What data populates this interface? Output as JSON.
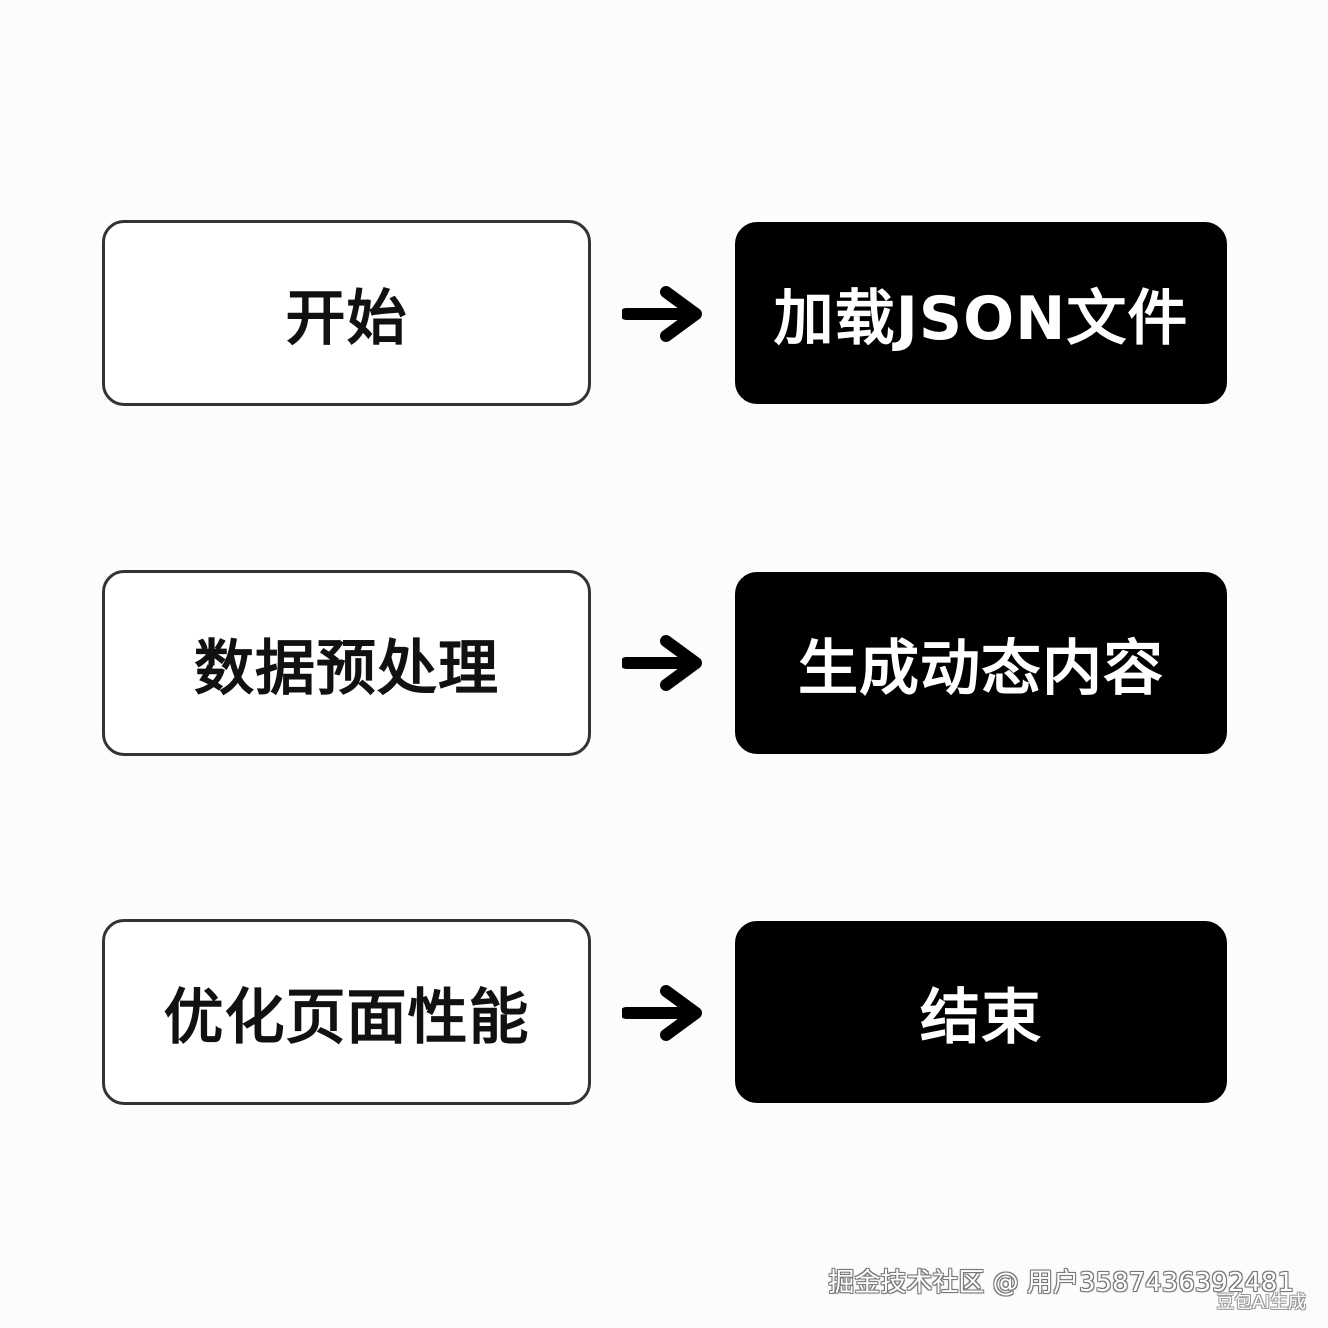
{
  "flow": {
    "steps": [
      {
        "label": "开始"
      },
      {
        "label": "加载JSON文件"
      },
      {
        "label": "数据预处理"
      },
      {
        "label": "生成动态内容"
      },
      {
        "label": "优化页面性能"
      },
      {
        "label": "结束"
      }
    ],
    "arrow_icon": "arrow-right-icon"
  },
  "colors": {
    "light_fill": "#ffffff",
    "light_border": "#333333",
    "dark_fill": "#000000",
    "dark_text": "#ffffff",
    "arrow": "#000000",
    "background": "#fcfcfc"
  },
  "watermark": {
    "text": "掘金技术社区 @ 用户3587436392481",
    "sub": "豆包AI生成"
  }
}
